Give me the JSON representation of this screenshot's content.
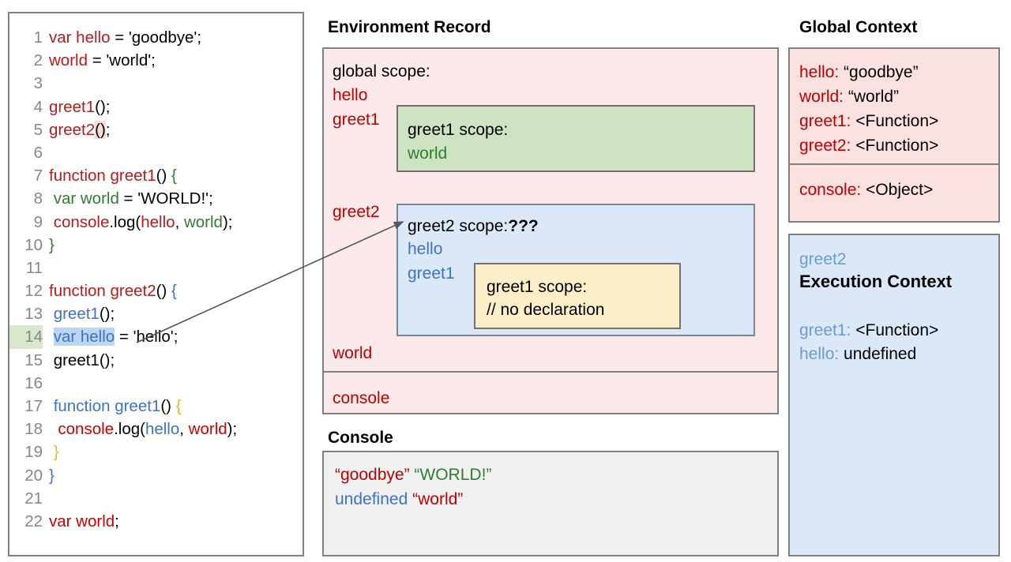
{
  "code_panel": {
    "lines": [
      {
        "num": "1",
        "tokens": [
          {
            "t": "var hello",
            "c": "k-red"
          },
          {
            "t": " = 'goodbye';",
            "c": "k-gray"
          }
        ]
      },
      {
        "num": "2",
        "tokens": [
          {
            "t": "world",
            "c": "k-red"
          },
          {
            "t": " = 'world';",
            "c": "k-gray"
          }
        ]
      },
      {
        "num": "3",
        "tokens": []
      },
      {
        "num": "4",
        "tokens": [
          {
            "t": "greet1",
            "c": "k-red"
          },
          {
            "t": "();",
            "c": "k-gray"
          }
        ]
      },
      {
        "num": "5",
        "tokens": [
          {
            "t": "greet2",
            "c": "k-red"
          },
          {
            "t": "()",
            "c": "k-gray pinkbg"
          },
          {
            "t": ";",
            "c": "k-gray"
          }
        ]
      },
      {
        "num": "6",
        "tokens": []
      },
      {
        "num": "7",
        "tokens": [
          {
            "t": "function greet1",
            "c": "k-red"
          },
          {
            "t": "() ",
            "c": "k-gray"
          },
          {
            "t": "{",
            "c": "k-green"
          }
        ]
      },
      {
        "num": "8",
        "tokens": [
          {
            "t": " var world",
            "c": "k-green"
          },
          {
            "t": " = 'WORLD!';",
            "c": "k-gray"
          }
        ]
      },
      {
        "num": "9",
        "tokens": [
          {
            "t": " console",
            "c": "k-red"
          },
          {
            "t": ".log(",
            "c": "k-gray"
          },
          {
            "t": "hello",
            "c": "k-red"
          },
          {
            "t": ", ",
            "c": "k-gray"
          },
          {
            "t": "world",
            "c": "k-green"
          },
          {
            "t": ");",
            "c": "k-gray"
          }
        ]
      },
      {
        "num": "10",
        "tokens": [
          {
            "t": "}",
            "c": "k-green"
          }
        ]
      },
      {
        "num": "11",
        "tokens": []
      },
      {
        "num": "12",
        "tokens": [
          {
            "t": "function greet2",
            "c": "k-red"
          },
          {
            "t": "() ",
            "c": "k-gray"
          },
          {
            "t": "{",
            "c": "k-blue"
          }
        ]
      },
      {
        "num": "13",
        "tokens": [
          {
            "t": " greet1",
            "c": "k-blue"
          },
          {
            "t": "();",
            "c": "k-gray"
          }
        ]
      },
      {
        "num": "14",
        "current": true,
        "tokens": [
          {
            "t": " ",
            "c": "k-gray"
          },
          {
            "t": "var hello",
            "c": "k-blue sel"
          },
          {
            "t": " = 'hello';",
            "c": "k-gray"
          }
        ]
      },
      {
        "num": "15",
        "tokens": [
          {
            "t": " greet1();",
            "c": "k-gray"
          }
        ]
      },
      {
        "num": "16",
        "tokens": []
      },
      {
        "num": "17",
        "tokens": [
          {
            "t": " function greet1",
            "c": "k-blue"
          },
          {
            "t": "() ",
            "c": "k-gray"
          },
          {
            "t": "{",
            "c": "k-gold"
          }
        ]
      },
      {
        "num": "18",
        "tokens": [
          {
            "t": "  console",
            "c": "k-red2"
          },
          {
            "t": ".log(",
            "c": "k-gray"
          },
          {
            "t": "hello",
            "c": "k-blue"
          },
          {
            "t": ", ",
            "c": "k-gray"
          },
          {
            "t": "world",
            "c": "k-red2"
          },
          {
            "t": ");",
            "c": "k-gray"
          }
        ]
      },
      {
        "num": "19",
        "tokens": [
          {
            "t": " }",
            "c": "k-gold"
          }
        ]
      },
      {
        "num": "20",
        "tokens": [
          {
            "t": "}",
            "c": "k-blue"
          }
        ]
      },
      {
        "num": "21",
        "tokens": []
      },
      {
        "num": "22",
        "tokens": [
          {
            "t": "var world",
            "c": "k-red2"
          },
          {
            "t": ";",
            "c": "k-gray"
          }
        ]
      }
    ]
  },
  "environment_record": {
    "title": "Environment Record",
    "global_scope_label": "global scope:",
    "bindings_top": [
      "hello",
      "greet1"
    ],
    "greet2_binding": "greet2",
    "world_binding": "world",
    "console_binding": "console",
    "greet1_scope": {
      "header": "greet1 scope:",
      "binding": "world"
    },
    "greet2_scope": {
      "header": "greet2 scope:",
      "header_suffix": "???",
      "bindings": [
        "hello",
        "greet1"
      ],
      "inner": {
        "header": "greet1 scope:",
        "comment": "// no declaration"
      }
    }
  },
  "console": {
    "title": "Console",
    "rows": [
      [
        {
          "t": "“goodbye”",
          "c": "c-red"
        },
        {
          "t": " ",
          "c": "c-red"
        },
        {
          "t": "“WORLD!”",
          "c": "c-green"
        }
      ],
      [
        {
          "t": "undefined",
          "c": "c-blue"
        },
        {
          "t": " ",
          "c": "c-blue"
        },
        {
          "t": "“world”",
          "c": "c-red"
        }
      ]
    ]
  },
  "global_context": {
    "title": "Global Context",
    "entries": [
      {
        "key": "hello:",
        "value": " “goodbye”"
      },
      {
        "key": "world:",
        "value": " “world”"
      },
      {
        "key": "greet1:",
        "value": " <Function>"
      },
      {
        "key": "greet2:",
        "value": " <Function>"
      }
    ],
    "object_entry": {
      "key": "console:",
      "value": " <Object>"
    }
  },
  "execution_context": {
    "name": "greet2",
    "title": "Execution Context",
    "entries": [
      {
        "key": "greet1:",
        "value": " <Function>"
      },
      {
        "key": "hello:",
        "value": " undefined"
      }
    ]
  },
  "colors": {
    "red": "#c00000",
    "green": "#2e7d32",
    "blue": "#3f72c4",
    "gold": "#e8b923",
    "pink_panel": "#fceaea",
    "green_panel": "#cde3c2",
    "blue_panel": "#dbe8f7",
    "yellow_panel": "#fcefc7",
    "console_panel": "#f0f0f0",
    "border": "#808080"
  }
}
